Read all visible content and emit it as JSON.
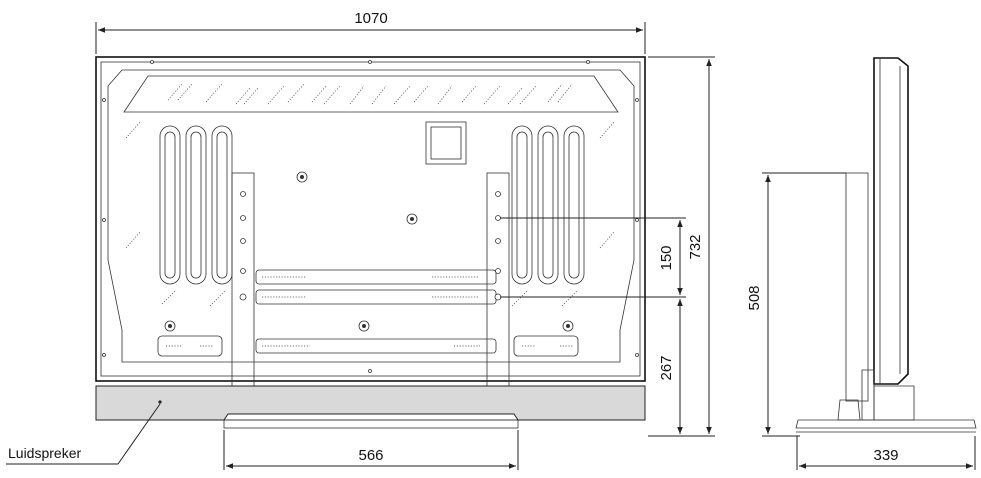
{
  "dimensions": {
    "total_width": "1070",
    "height_total": "732",
    "mount_spacing": "150",
    "mount_to_bottom": "267",
    "stand_width": "566",
    "side_height": "508",
    "side_depth": "339"
  },
  "labels": {
    "speaker": "Luidspreker"
  },
  "colors": {
    "speaker_fill": "#d9d9d9",
    "line": "#222222"
  }
}
